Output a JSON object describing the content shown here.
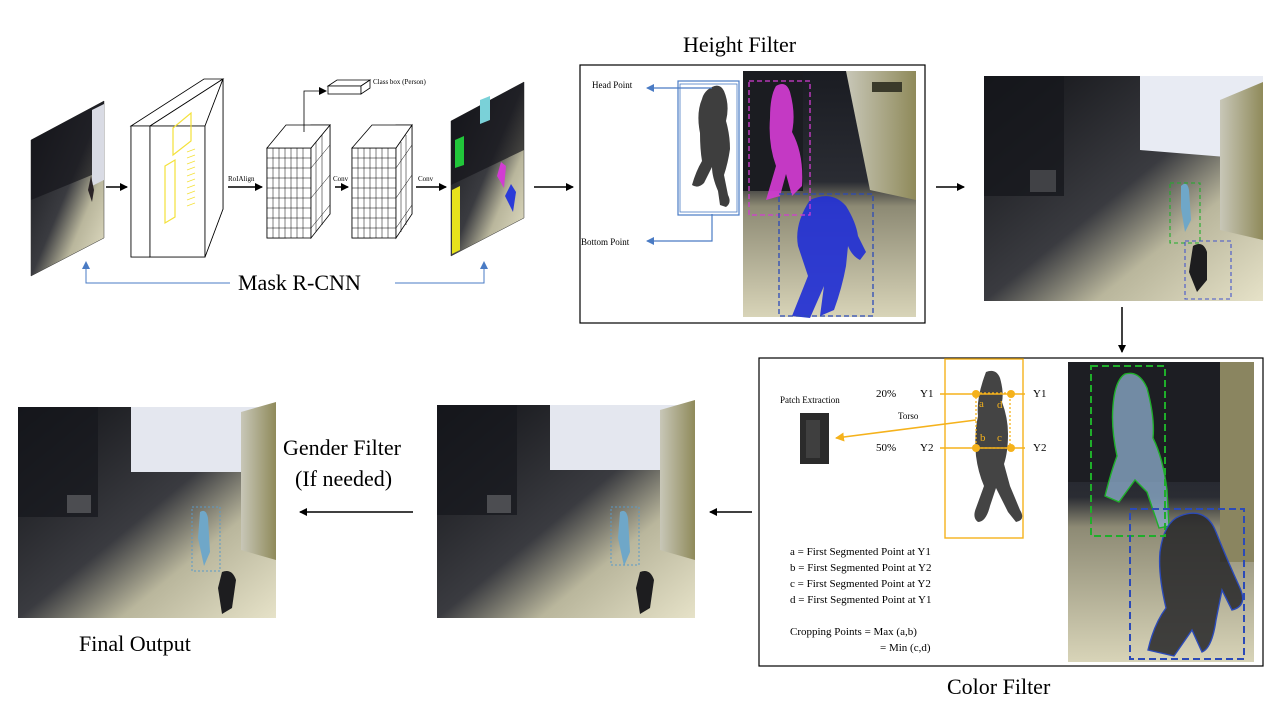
{
  "titles": {
    "height_filter": "Height Filter",
    "mask_rcnn": "Mask R-CNN",
    "color_filter": "Color Filter",
    "gender_filter_line1": "Gender Filter",
    "gender_filter_line2": "(If needed)",
    "final_output": "Final Output"
  },
  "mask_rcnn": {
    "class_box": "Class box (Person)",
    "roialign": "RoIAlign",
    "conv1": "Conv",
    "conv2": "Conv"
  },
  "height_filter": {
    "head_point": "Head Point",
    "bottom_point": "Bottom Point"
  },
  "color_filter": {
    "patch_extraction": "Patch Extraction",
    "torso": "Torso",
    "pct_20": "20%",
    "pct_50": "50%",
    "y1_left": "Y1",
    "y1_right": "Y1",
    "y2_left": "Y2",
    "y2_right": "Y2",
    "pt_a": "a",
    "pt_b": "b",
    "pt_c": "c",
    "pt_d": "d",
    "legend": [
      "a = First Segmented Point at Y1",
      "b = First Segmented Point at Y2",
      "c = First Segmented Point at Y2",
      "d = First Segmented Point at Y1"
    ],
    "cropping_line1": "Cropping Points = Max (a,b)",
    "cropping_line2": "= Min (c,d)"
  },
  "colors": {
    "arrow_blue": "#4a7bc4",
    "box_blue": "#2b4ab8",
    "magenta": "#d23cd2",
    "green": "#1fae2a",
    "orange": "#f5b21c",
    "yellow": "#f4e13a"
  }
}
